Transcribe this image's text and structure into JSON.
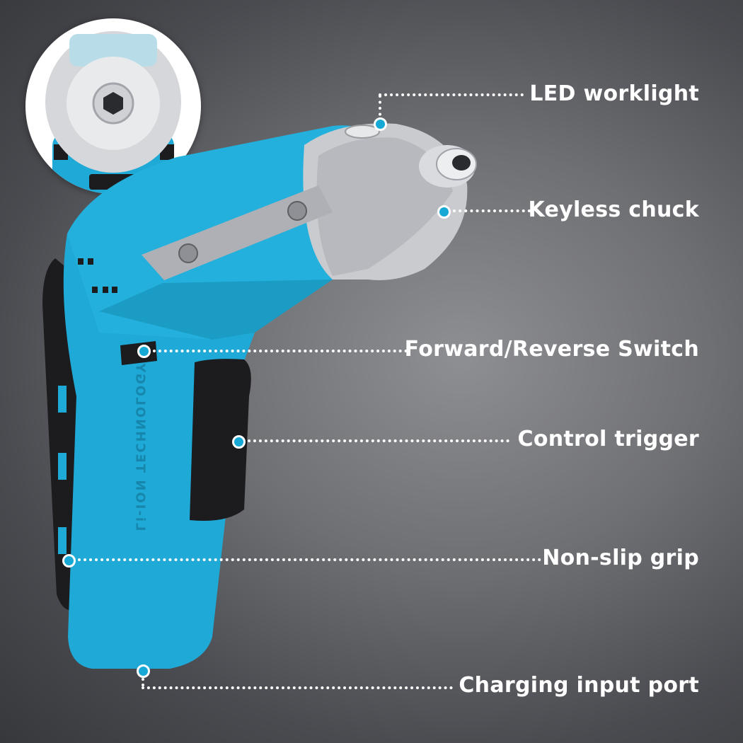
{
  "callouts": {
    "led": "LED worklight",
    "chuck": "Keyless chuck",
    "switch": "Forward/Reverse Switch",
    "trigger": "Control trigger",
    "grip": "Non-slip grip",
    "port": "Charging input port"
  },
  "body_imprint": "Li-ION TECHNOLOGY",
  "colors": {
    "body": "#1fa9d6",
    "accent_dot": "#16a9d6",
    "grip": "#1c1c1e",
    "nose": "#c9cbcf"
  }
}
